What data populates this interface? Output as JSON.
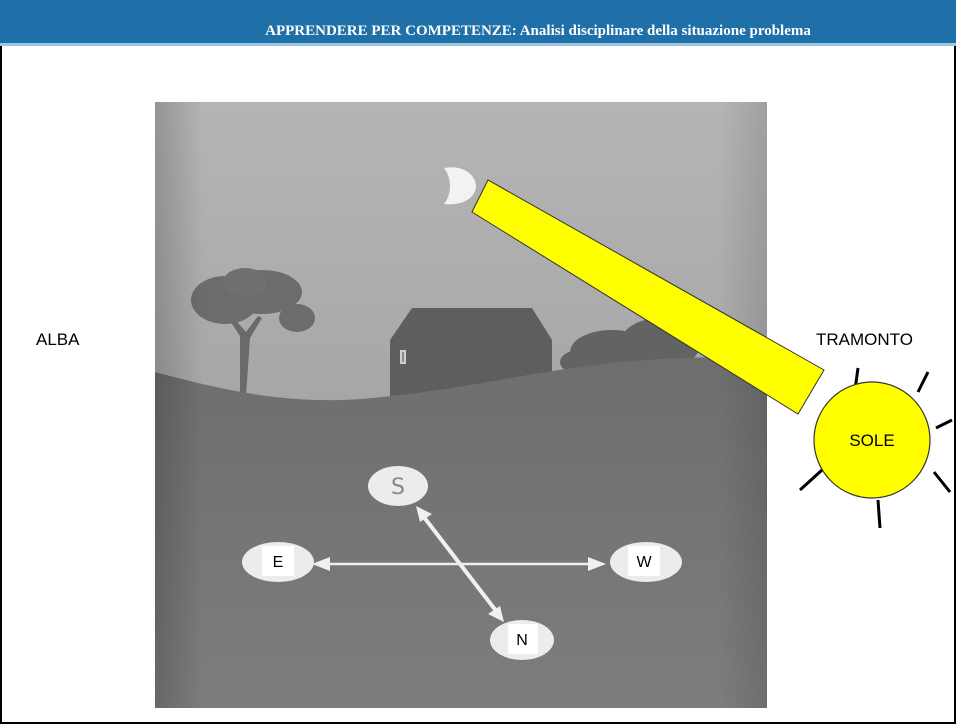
{
  "header": {
    "title": "APPRENDERE PER COMPETENZE: Analisi disciplinare della situazione problema",
    "background_color": "#1f6fa8"
  },
  "labels": {
    "sunrise": "ALBA",
    "sunset": "TRAMONTO"
  },
  "sun": {
    "label": "SOLE",
    "fill_color": "#ffff00",
    "icon": "sun-icon"
  },
  "compass": {
    "south": "S",
    "east": "E",
    "west": "W",
    "north": "N"
  },
  "illustration": {
    "elements": [
      "moon-icon",
      "tree-icon",
      "house-icon",
      "bush-icon",
      "light-beam"
    ]
  }
}
